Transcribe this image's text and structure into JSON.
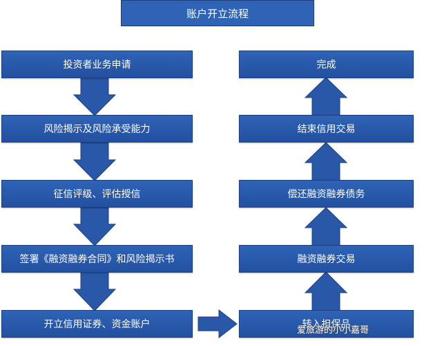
{
  "title": "账户开立流程",
  "left_steps": [
    "投资者业务申请",
    "风险揭示及风险承受能力",
    "征信评级、评估授信",
    "签署《融资融券合同》和风险揭示书",
    "开立信用证券、资金账户"
  ],
  "right_steps": [
    "完成",
    "结束信用交易",
    "偿还融资融券债务",
    "融资融券交易",
    "转入担保品"
  ],
  "watermark": "爱旅游的小小嘉哥",
  "colors": {
    "box": "#2e63b5",
    "arrow": "#2a58a8",
    "border": "#1d3f82"
  }
}
